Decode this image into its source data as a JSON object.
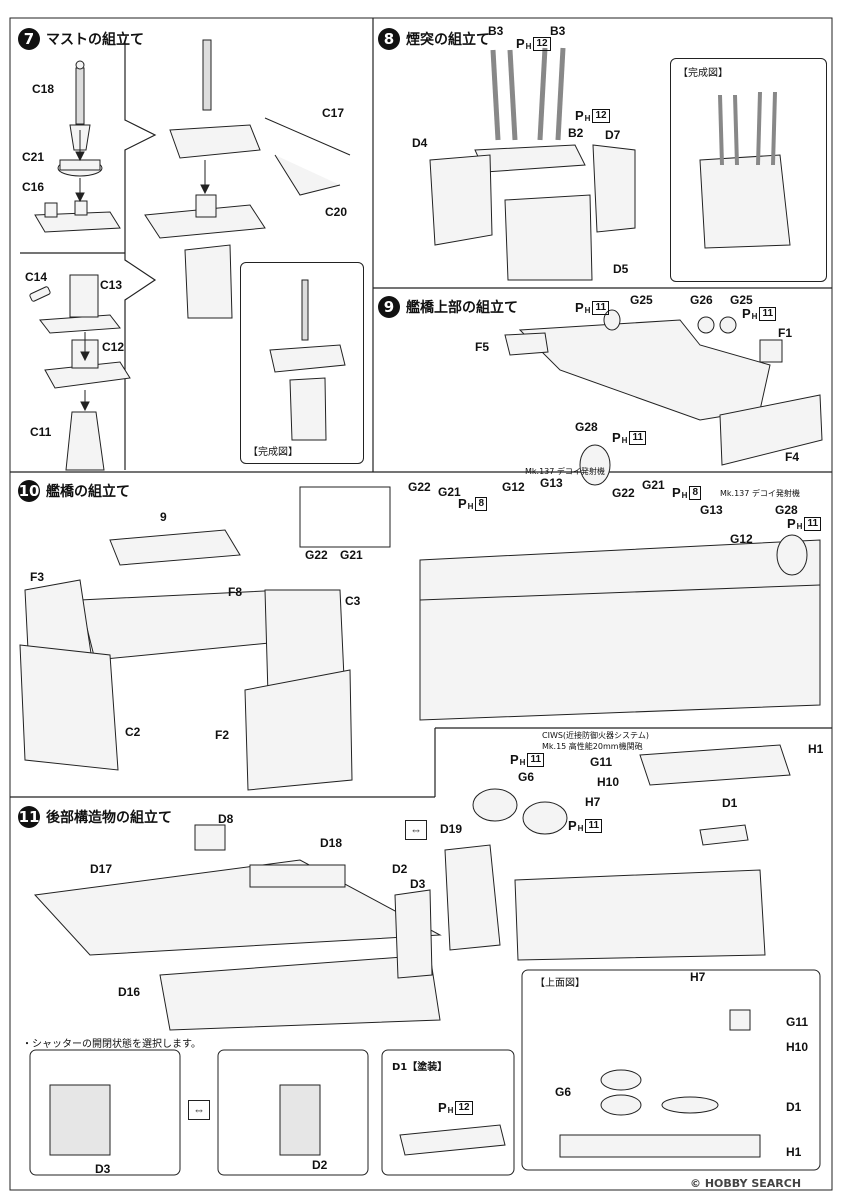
{
  "steps": {
    "s7": {
      "number": "7",
      "title": "マストの組立て",
      "labels": [
        "C18",
        "C21",
        "C16",
        "C17",
        "C20",
        "C14",
        "C13",
        "C12",
        "C11"
      ],
      "completed": "【完成図】"
    },
    "s8": {
      "number": "8",
      "title": "煙突の組立て",
      "labels": [
        "B3",
        "B3",
        "D4",
        "B2",
        "D7",
        "D5"
      ],
      "ph": [
        "12",
        "12"
      ],
      "completed": "【完成図】"
    },
    "s9": {
      "number": "9",
      "title": "艦橋上部の組立て",
      "labels": [
        "G25",
        "G26",
        "G25",
        "F5",
        "F1",
        "F4"
      ],
      "ph": [
        "11",
        "11"
      ]
    },
    "s10": {
      "number": "10",
      "title": "艦橋の組立て",
      "ref": "9",
      "labels": [
        "F3",
        "F8",
        "C3",
        "C2",
        "F2",
        "G22",
        "G21",
        "G22",
        "G21",
        "G12",
        "G13",
        "G28",
        "G22",
        "G21",
        "G13",
        "G28",
        "G12"
      ],
      "ph": [
        "8",
        "11",
        "8",
        "11"
      ],
      "decoy": "Mk.137 デコイ発射機"
    },
    "s11": {
      "number": "11",
      "title": "後部構造物の組立て",
      "labels": [
        "D8",
        "D18",
        "D19",
        "D17",
        "D2",
        "D3",
        "D16",
        "G6",
        "G11",
        "H10",
        "H7",
        "H1",
        "D1",
        "D3",
        "D2"
      ],
      "ph": [
        "11",
        "11",
        "12"
      ],
      "shutter_note": "・シャッターの開閉状態を選択します。",
      "paint": "D1【塗装】",
      "ciws1": "CIWS(近接防御火器システム)",
      "ciws2": "Mk.15 高性能20mm機関砲",
      "top_view": "【上面図】",
      "top_labels": [
        "H7",
        "G11",
        "H10",
        "G6",
        "D1",
        "H1"
      ]
    }
  },
  "ph_letters": {
    "p": "P",
    "h": "H"
  },
  "watermark": "© HOBBY SEARCH"
}
